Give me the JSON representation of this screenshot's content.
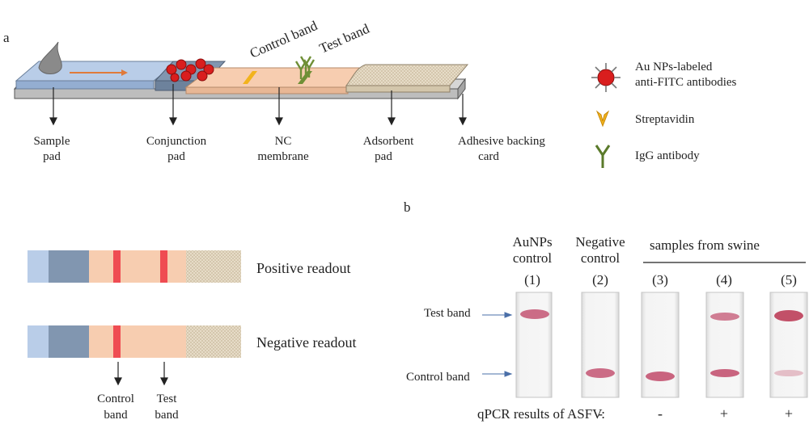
{
  "panel_a": {
    "label": "a",
    "top_labels": {
      "control": "Control band",
      "test": "Test band"
    },
    "parts": [
      {
        "line1": "Sample",
        "line2": "pad"
      },
      {
        "line1": "Conjunction",
        "line2": "pad"
      },
      {
        "line1": "NC",
        "line2": "membrane"
      },
      {
        "line1": "Adsorbent",
        "line2": "pad"
      },
      {
        "line1": "Adhesive backing",
        "line2": "card"
      }
    ],
    "legend": [
      {
        "icon": "gold-nanoparticle-icon",
        "line1": "Au NPs-labeled",
        "line2": "anti-FITC antibodies",
        "color": "#d91e1e"
      },
      {
        "icon": "streptavidin-icon",
        "line1": "Streptavidin",
        "line2": "",
        "color": "#f2b31c"
      },
      {
        "icon": "igg-antibody-icon",
        "line1": "IgG antibody",
        "line2": "",
        "color": "#5a7a2a"
      }
    ]
  },
  "readouts": {
    "positive": "Positive readout",
    "negative": "Negative readout",
    "control_label": {
      "line1": "Control",
      "line2": "band"
    },
    "test_label": {
      "line1": "Test",
      "line2": "band"
    },
    "colors": {
      "sample": "#b9cde8",
      "conj": "#8196b0",
      "membrane": "#f7cdb0",
      "band": "#ef4c52",
      "absorbent": "#e6dcc8"
    }
  },
  "panel_b": {
    "label": "b",
    "group_header": "samples from swine",
    "columns": [
      {
        "name1": "AuNPs",
        "name2": "control",
        "index": "(1)",
        "qpcr": ""
      },
      {
        "name1": "Negative",
        "name2": "control",
        "index": "(2)",
        "qpcr": "-"
      },
      {
        "name1": "",
        "name2": "",
        "index": "(3)",
        "qpcr": "-"
      },
      {
        "name1": "",
        "name2": "",
        "index": "(4)",
        "qpcr": "+"
      },
      {
        "name1": "",
        "name2": "",
        "index": "(5)",
        "qpcr": "+"
      }
    ],
    "row_labels": {
      "test": "Test band",
      "control": "Control band"
    },
    "qpcr_label": "qPCR results of ASFV:"
  }
}
